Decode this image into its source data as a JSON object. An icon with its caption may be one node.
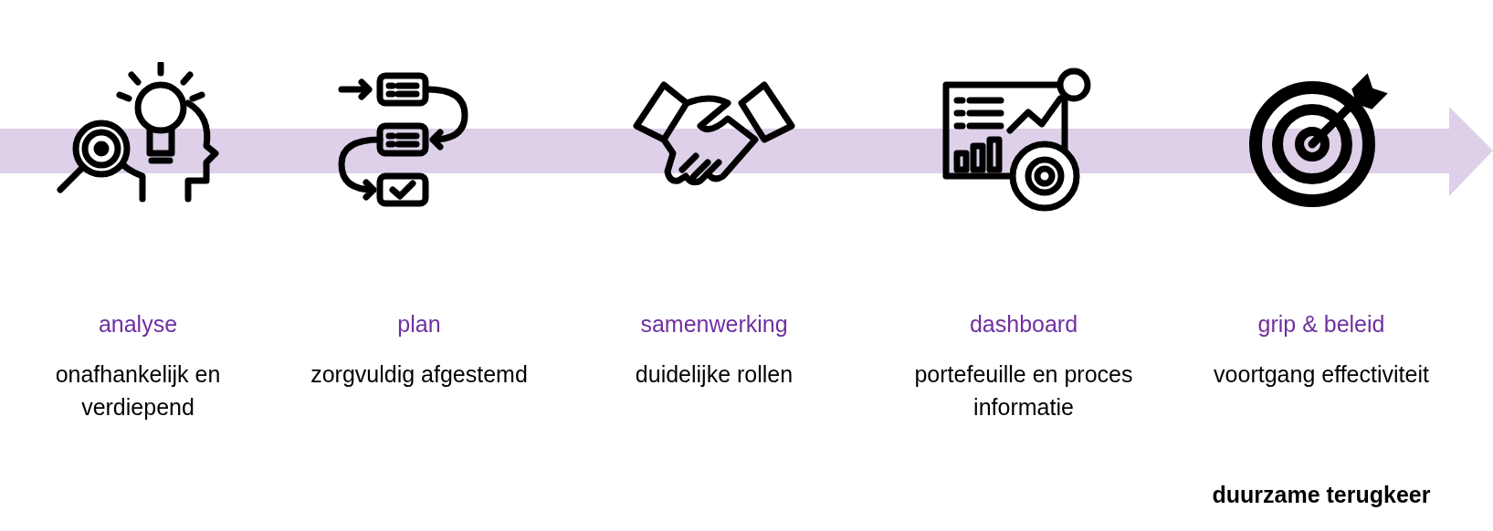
{
  "diagram": {
    "nodes": [
      {
        "text": [
          "analyse",
          "onafhankelijk en verdiepend"
        ]
      },
      {
        "text": [
          "plan",
          "zorgvuldig afgestemd"
        ]
      },
      {
        "text": [
          "samenwerking",
          "duidelijke rollen"
        ]
      },
      {
        "text": [
          "dashboard",
          "portefeuille en proces informatie"
        ]
      },
      {
        "text": [
          "grip & beleid",
          "voortgang effectiviteit"
        ]
      }
    ],
    "edges": [],
    "labels": [
      "duurzame terugkeer"
    ]
  }
}
